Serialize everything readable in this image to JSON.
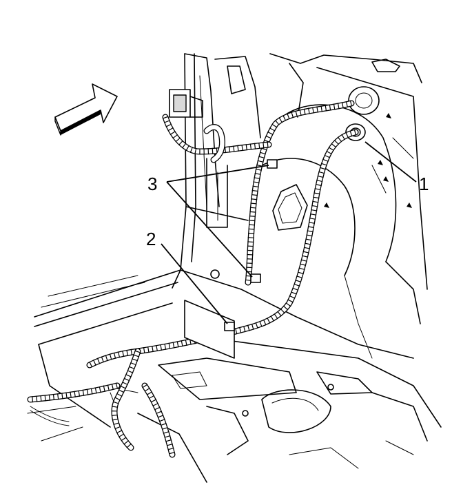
{
  "callouts": [
    {
      "label": "1"
    },
    {
      "label": "2"
    },
    {
      "label": "3"
    }
  ],
  "icons": {
    "direction_arrow": "front-direction-arrow-icon"
  },
  "colors": {
    "line": "#000000",
    "background": "#ffffff",
    "shade": "#d9d9d9"
  }
}
